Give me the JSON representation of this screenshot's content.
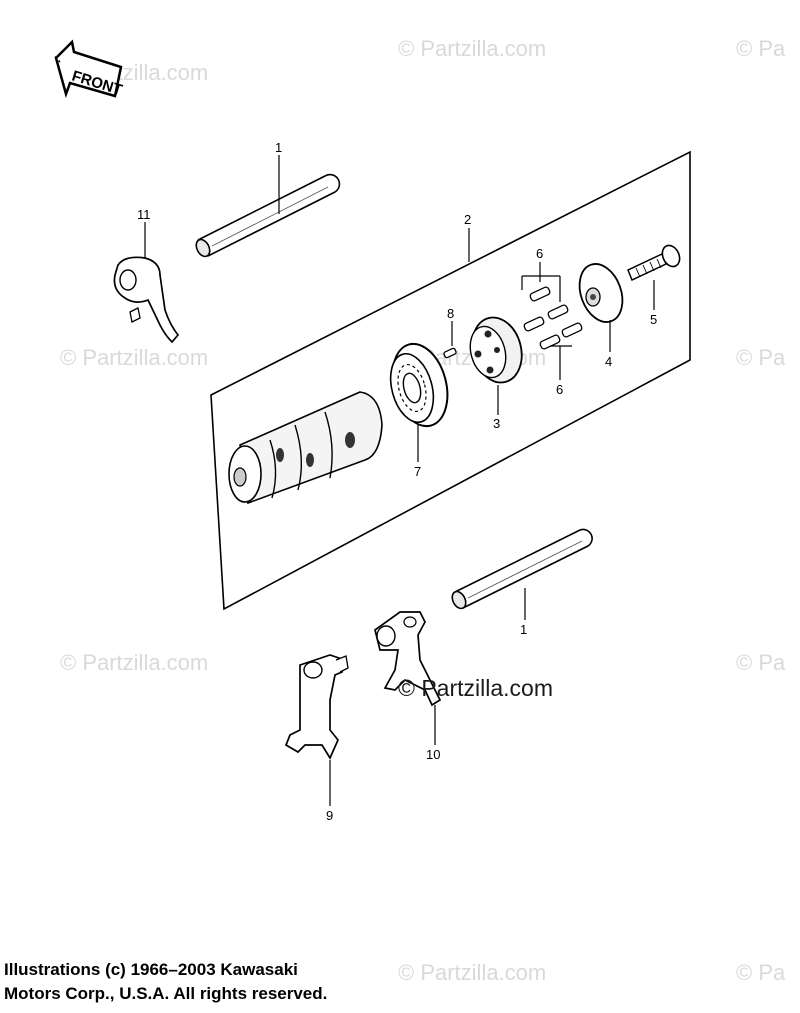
{
  "front_label": "FRONT",
  "watermark": "© Partzilla.com",
  "watermark_short": "© Pa",
  "callouts": {
    "c1_top": "1",
    "c1_bottom": "1",
    "c2": "2",
    "c3": "3",
    "c4": "4",
    "c5": "5",
    "c6_top": "6",
    "c6_bottom": "6",
    "c7": "7",
    "c8": "8",
    "c9": "9",
    "c10": "10",
    "c11": "11"
  },
  "copyright": {
    "line1": "Illustrations (c) 1966–2003 Kawasaki",
    "line2": "Motors Corp., U.S.A.  All rights reserved."
  }
}
